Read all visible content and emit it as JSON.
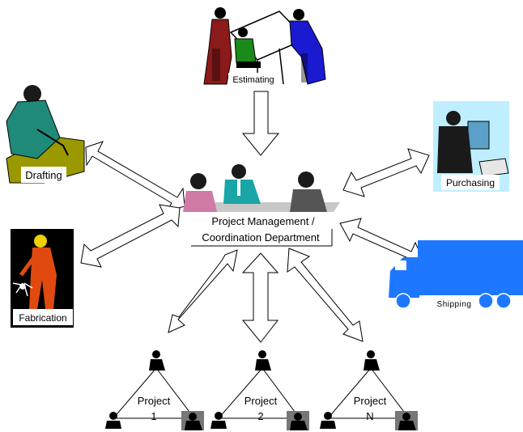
{
  "nodes": {
    "estimating": "Estimating",
    "drafting": "Drafting",
    "purchasing": "Purchasing",
    "fabrication": "Fabrication",
    "shipping": "Shipping",
    "pm_line1": "Project Management /",
    "pm_line2": "Coordination Department"
  },
  "projects": [
    {
      "line1": "Project",
      "line2": "1"
    },
    {
      "line1": "Project",
      "line2": "2"
    },
    {
      "line1": "Project",
      "line2": "N"
    }
  ],
  "colors": {
    "estimating_left_person": "#8b1a1a",
    "estimating_seated_person": "#1a8a1a",
    "estimating_right_person": "#1a1ad0",
    "drafting_person": "#1f8a7a",
    "drafting_board": "#9a9a00",
    "purchasing_bg": "#bfefff",
    "purchasing_person": "#1a1a1a",
    "fabrication_bg": "#000000",
    "fabrication_worker": "#e04a10",
    "truck": "#1e78ff",
    "pm_person_left": "#d07aa6",
    "pm_person_center": "#1aa6a6",
    "pm_person_right": "#555555",
    "arrow_fill": "#ffffff"
  }
}
